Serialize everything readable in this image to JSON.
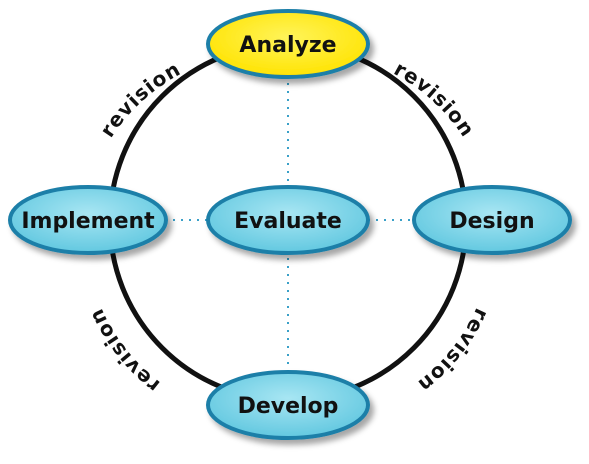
{
  "diagram": {
    "nodes": {
      "analyze": {
        "label": "Analyze",
        "fill": "#ffee00"
      },
      "design": {
        "label": "Design",
        "fill": "#7fd8ea"
      },
      "develop": {
        "label": "Develop",
        "fill": "#7fd8ea"
      },
      "implement": {
        "label": "Implement",
        "fill": "#7fd8ea"
      },
      "evaluate": {
        "label": "Evaluate",
        "fill": "#7fd8ea"
      }
    },
    "edges": {
      "top_left": {
        "label": "revision"
      },
      "top_right": {
        "label": "revision"
      },
      "bottom_left": {
        "label": "revision"
      },
      "bottom_right": {
        "label": "revision"
      }
    },
    "colors": {
      "cycle_line": "#111111",
      "dotted_line": "#3aa0c8",
      "node_border": "#1e7fa8"
    }
  }
}
